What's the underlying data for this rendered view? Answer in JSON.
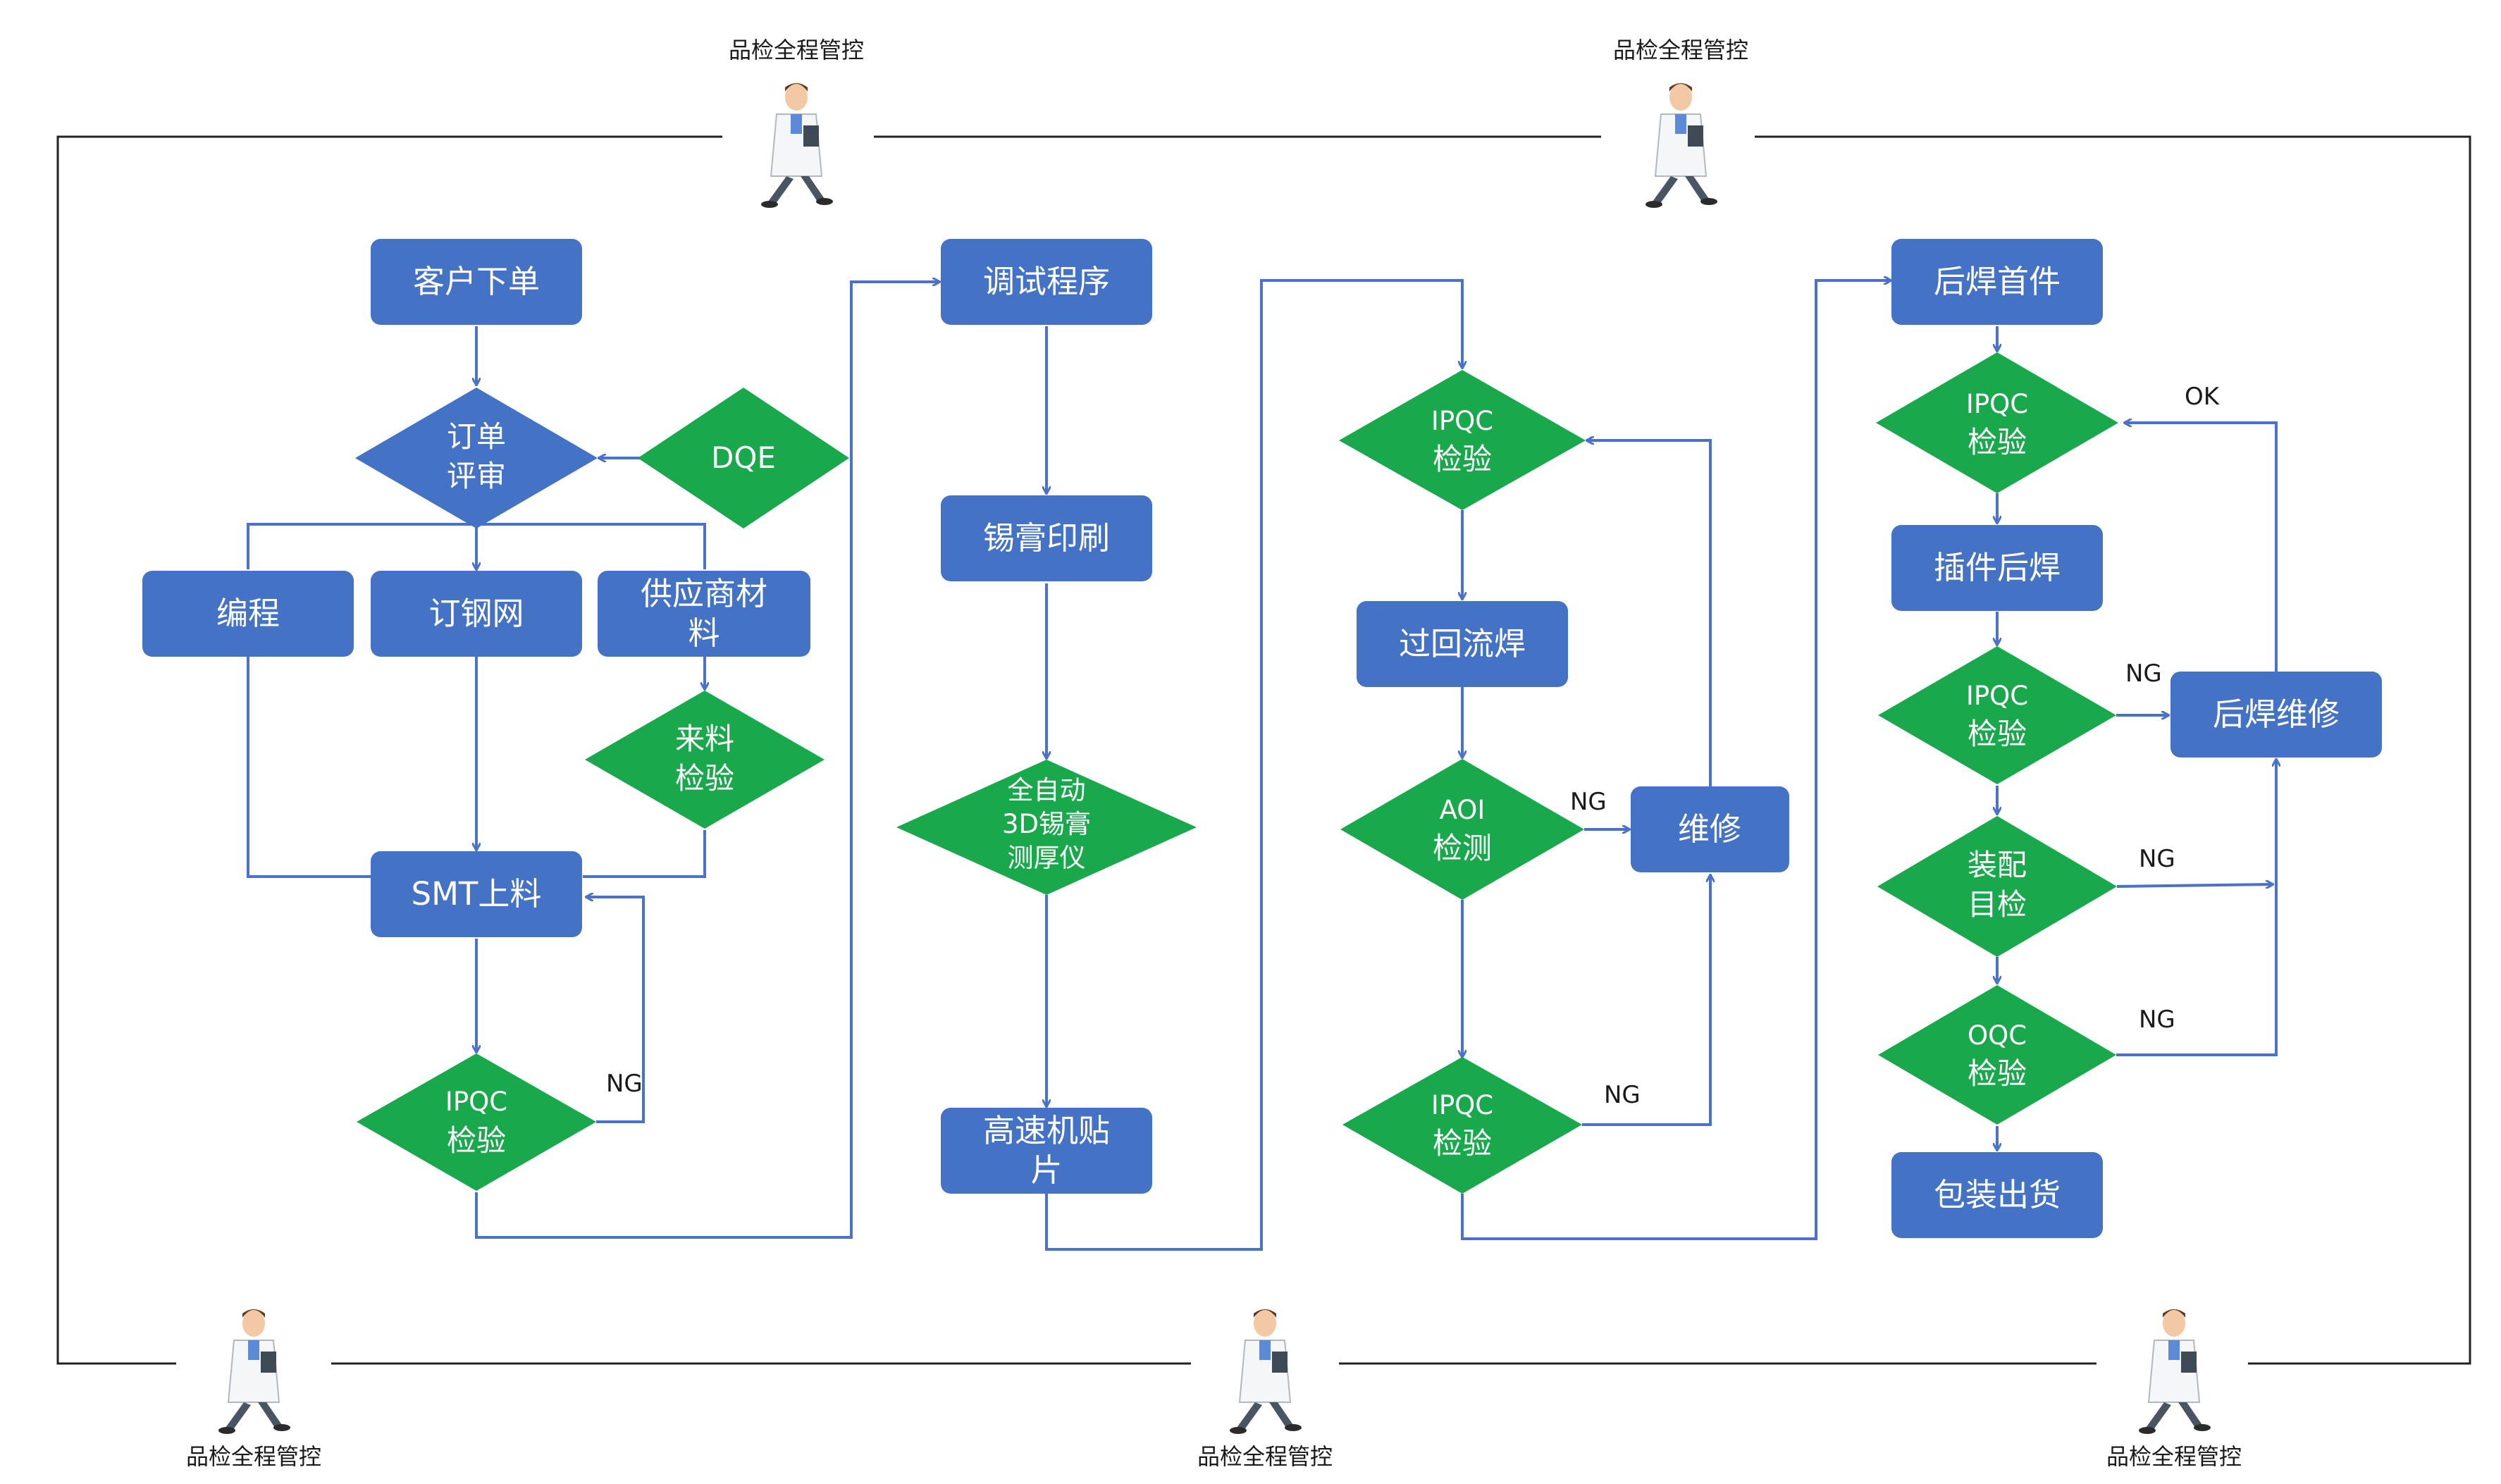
{
  "colors": {
    "process": "#4472c4",
    "decision": "#1aa84c",
    "arrow": "#4a72c9",
    "frame": "#222222"
  },
  "inspector_caption": "品检全程管控",
  "inspector_icon": "doctor-with-clipboard-icon",
  "labels": {
    "ng": "NG",
    "ok": "OK"
  },
  "col1": {
    "order": "客户下单",
    "review": [
      "订单",
      "评审"
    ],
    "dqe": "DQE",
    "programming": "编程",
    "stencil": "订钢网",
    "supplier_material": [
      "供应商材",
      "料"
    ],
    "incoming_inspection": [
      "来料",
      "检验"
    ],
    "smt_loading": "SMT上料",
    "ipqc": [
      "IPQC",
      "检验"
    ]
  },
  "col2": {
    "debug_program": "调试程序",
    "solder_paste_print": "锡膏印刷",
    "spi": [
      "全自动",
      "3D锡膏",
      "测厚仪"
    ],
    "pick_place": [
      "高速机贴",
      "片"
    ]
  },
  "col3": {
    "ipqc_top": [
      "IPQC",
      "检验"
    ],
    "reflow": "过回流焊",
    "aoi": [
      "AOI",
      "检测"
    ],
    "repair": "维修",
    "ipqc_bottom": [
      "IPQC",
      "检验"
    ]
  },
  "col4": {
    "post_solder_first": "后焊首件",
    "ipqc_top": [
      "IPQC",
      "检验"
    ],
    "plugin_solder": "插件后焊",
    "ipqc_mid": [
      "IPQC",
      "检验"
    ],
    "post_solder_repair": "后焊维修",
    "assembly_visual": [
      "装配",
      "目检"
    ],
    "oqc": [
      "OQC",
      "检验"
    ],
    "packing_shipping": "包装出货"
  }
}
